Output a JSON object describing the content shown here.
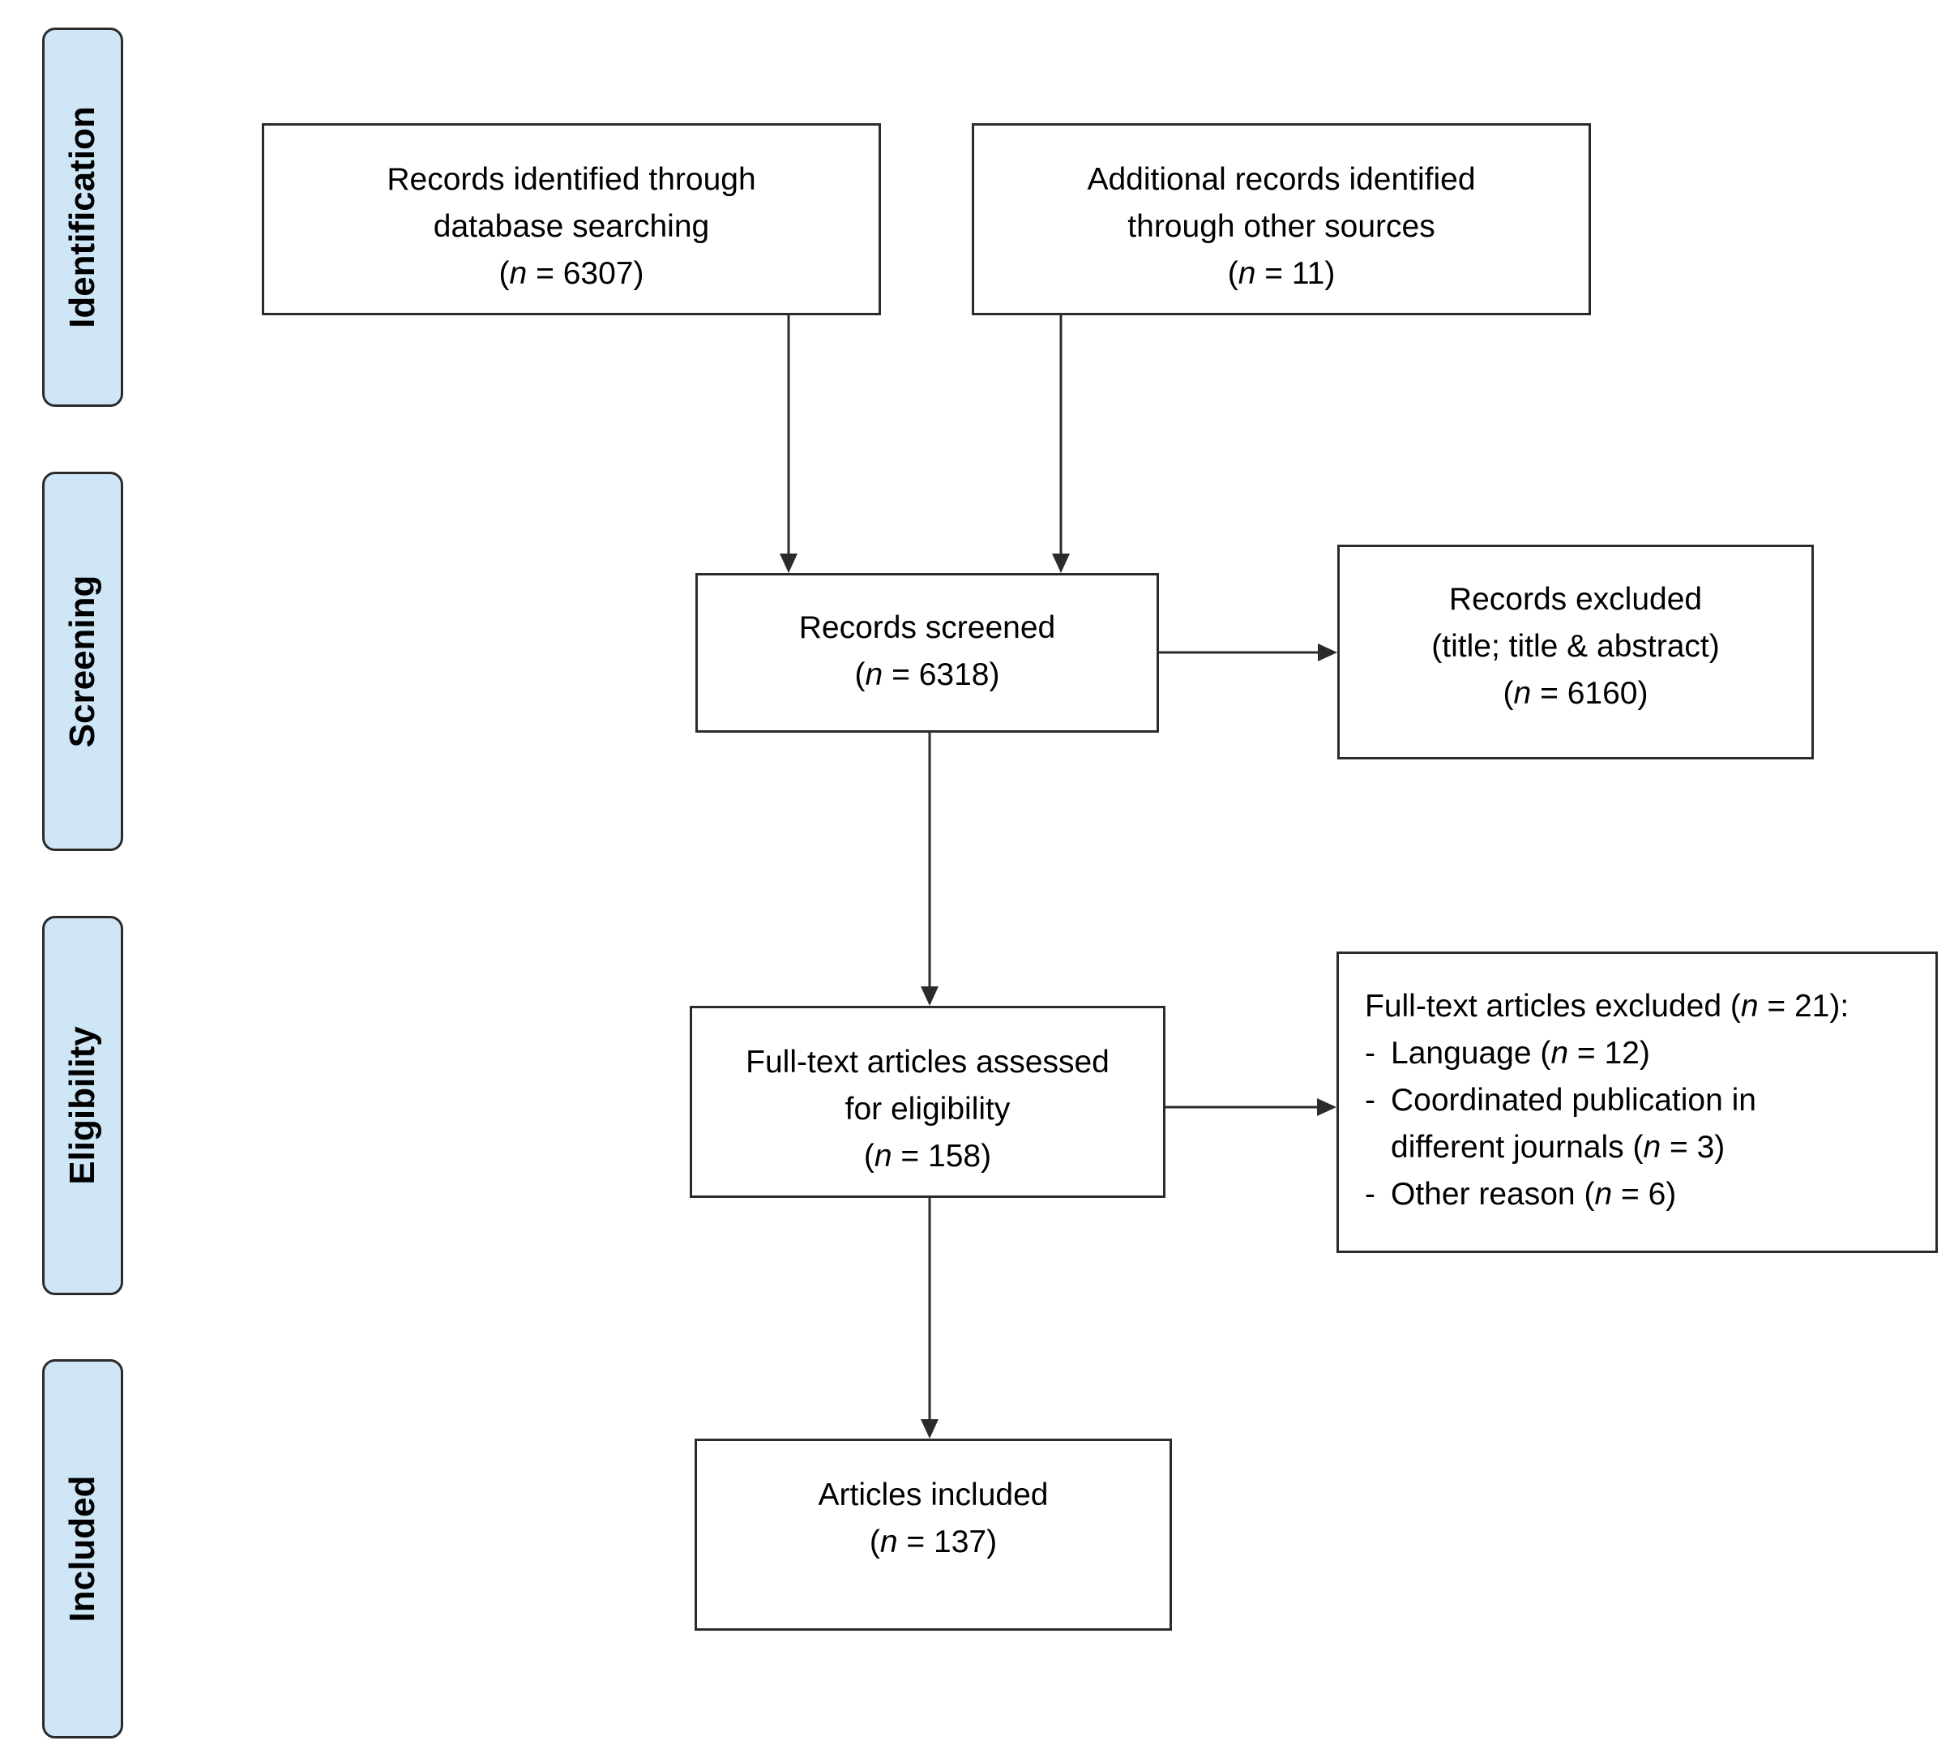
{
  "phases": {
    "identification": "Identification",
    "screening": "Screening",
    "eligibility": "Eligibility",
    "included": "Included"
  },
  "boxes": {
    "database_records": {
      "lines": [
        "Records identified through",
        "database searching"
      ],
      "n_prefix": "(",
      "n_var": "n",
      "n_rest": " = 6307)"
    },
    "other_records": {
      "lines": [
        "Additional records identified",
        "through other sources"
      ],
      "n_prefix": "(",
      "n_var": "n",
      "n_rest": " = 11)"
    },
    "records_screened": {
      "lines": [
        "Records screened"
      ],
      "n_prefix": "(",
      "n_var": "n",
      "n_rest": " = 6318)"
    },
    "records_excluded": {
      "lines": [
        "Records excluded",
        "(title; title & abstract)"
      ],
      "n_prefix": "(",
      "n_var": "n",
      "n_rest": " = 6160)"
    },
    "fulltext_assessed": {
      "lines": [
        "Full-text articles assessed",
        "for eligibility"
      ],
      "n_prefix": "(",
      "n_var": "n",
      "n_rest": " = 158)"
    },
    "fulltext_excluded": {
      "heading_prefix": "Full-text articles excluded (",
      "heading_var": "n",
      "heading_rest": " = 21):",
      "dash": "-",
      "reasons": [
        {
          "line1_prefix": "Language (",
          "var": "n",
          "line1_rest": " = 12)",
          "line2_prefix": "",
          "line2_rest": ""
        },
        {
          "line1_prefix": "Coordinated publication in",
          "var": "n",
          "line1_rest": "",
          "line2_prefix": "different journals (",
          "line2_rest": " = 3)"
        },
        {
          "line1_prefix": "Other reason (",
          "var": "n",
          "line1_rest": " = 6)",
          "line2_prefix": "",
          "line2_rest": ""
        }
      ]
    },
    "articles_included": {
      "lines": [
        "Articles included"
      ],
      "n_prefix": "(",
      "n_var": "n",
      "n_rest": " = 137)"
    }
  },
  "colors": {
    "phase_fill": "#cfe6f7",
    "stroke": "#2b2b2b"
  }
}
